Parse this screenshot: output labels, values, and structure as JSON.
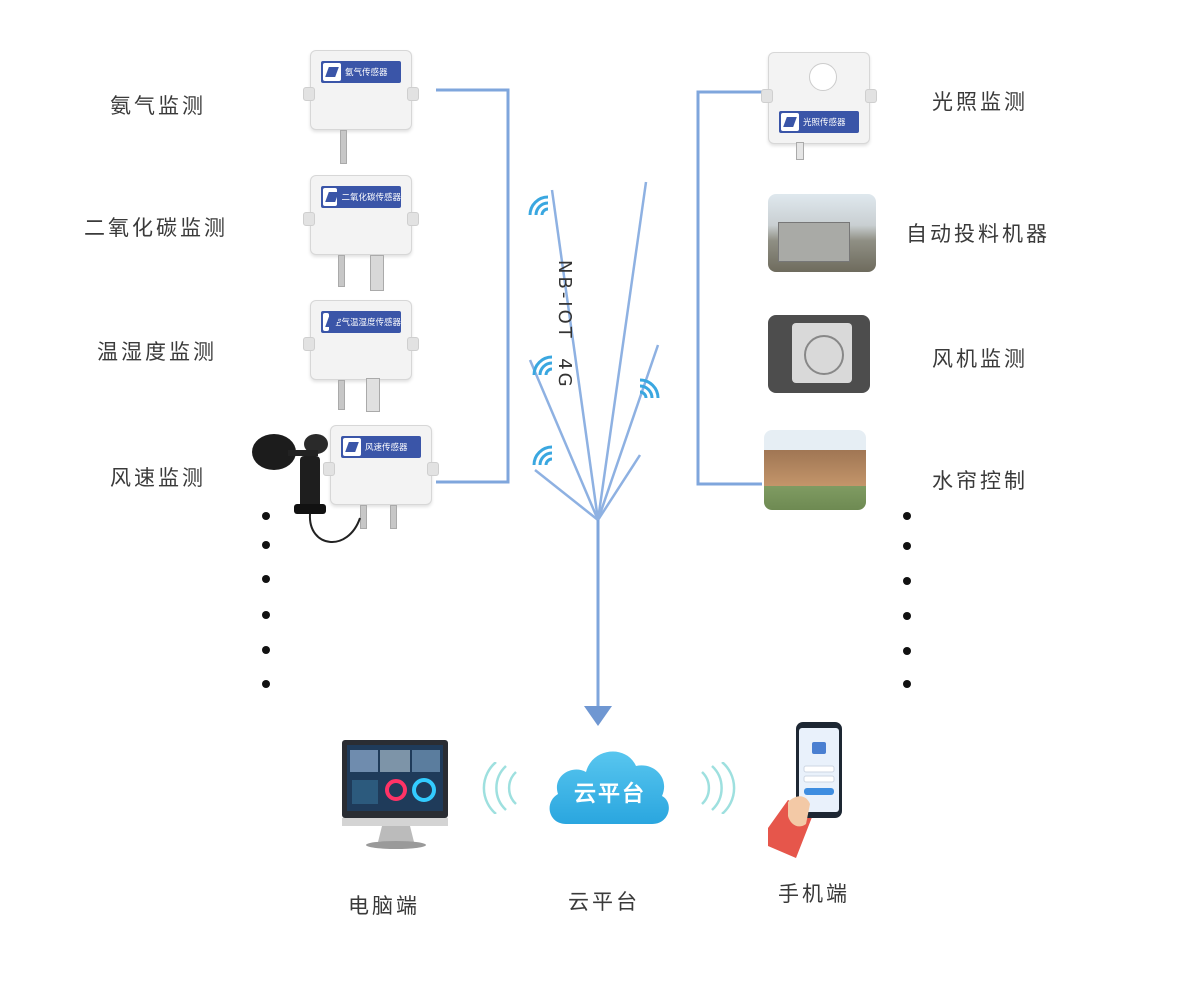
{
  "left_items": [
    {
      "label": "氨气监测",
      "sensor_name": "氨气传感器"
    },
    {
      "label": "二氧化碳监测",
      "sensor_name": "二氧化碳传感器"
    },
    {
      "label": "温湿度监测",
      "sensor_name": "空气温湿度传感器"
    },
    {
      "label": "风速监测",
      "sensor_name": "风速传感器"
    }
  ],
  "right_items": [
    {
      "label": "光照监测",
      "sensor_name": "光照传感器"
    },
    {
      "label": "自动投料机器"
    },
    {
      "label": "风机监测"
    },
    {
      "label": "水帘控制"
    }
  ],
  "network_label": "NB-IOT  4G",
  "cloud_label": "云平台",
  "bottom_labels": {
    "computer": "电脑端",
    "cloud": "云平台",
    "phone": "手机端"
  },
  "colors": {
    "line": "#7fa6dc",
    "arrow": "#6f97d2",
    "sensor_badge": "#3a55a8",
    "cloud": "#3fb6e6"
  }
}
